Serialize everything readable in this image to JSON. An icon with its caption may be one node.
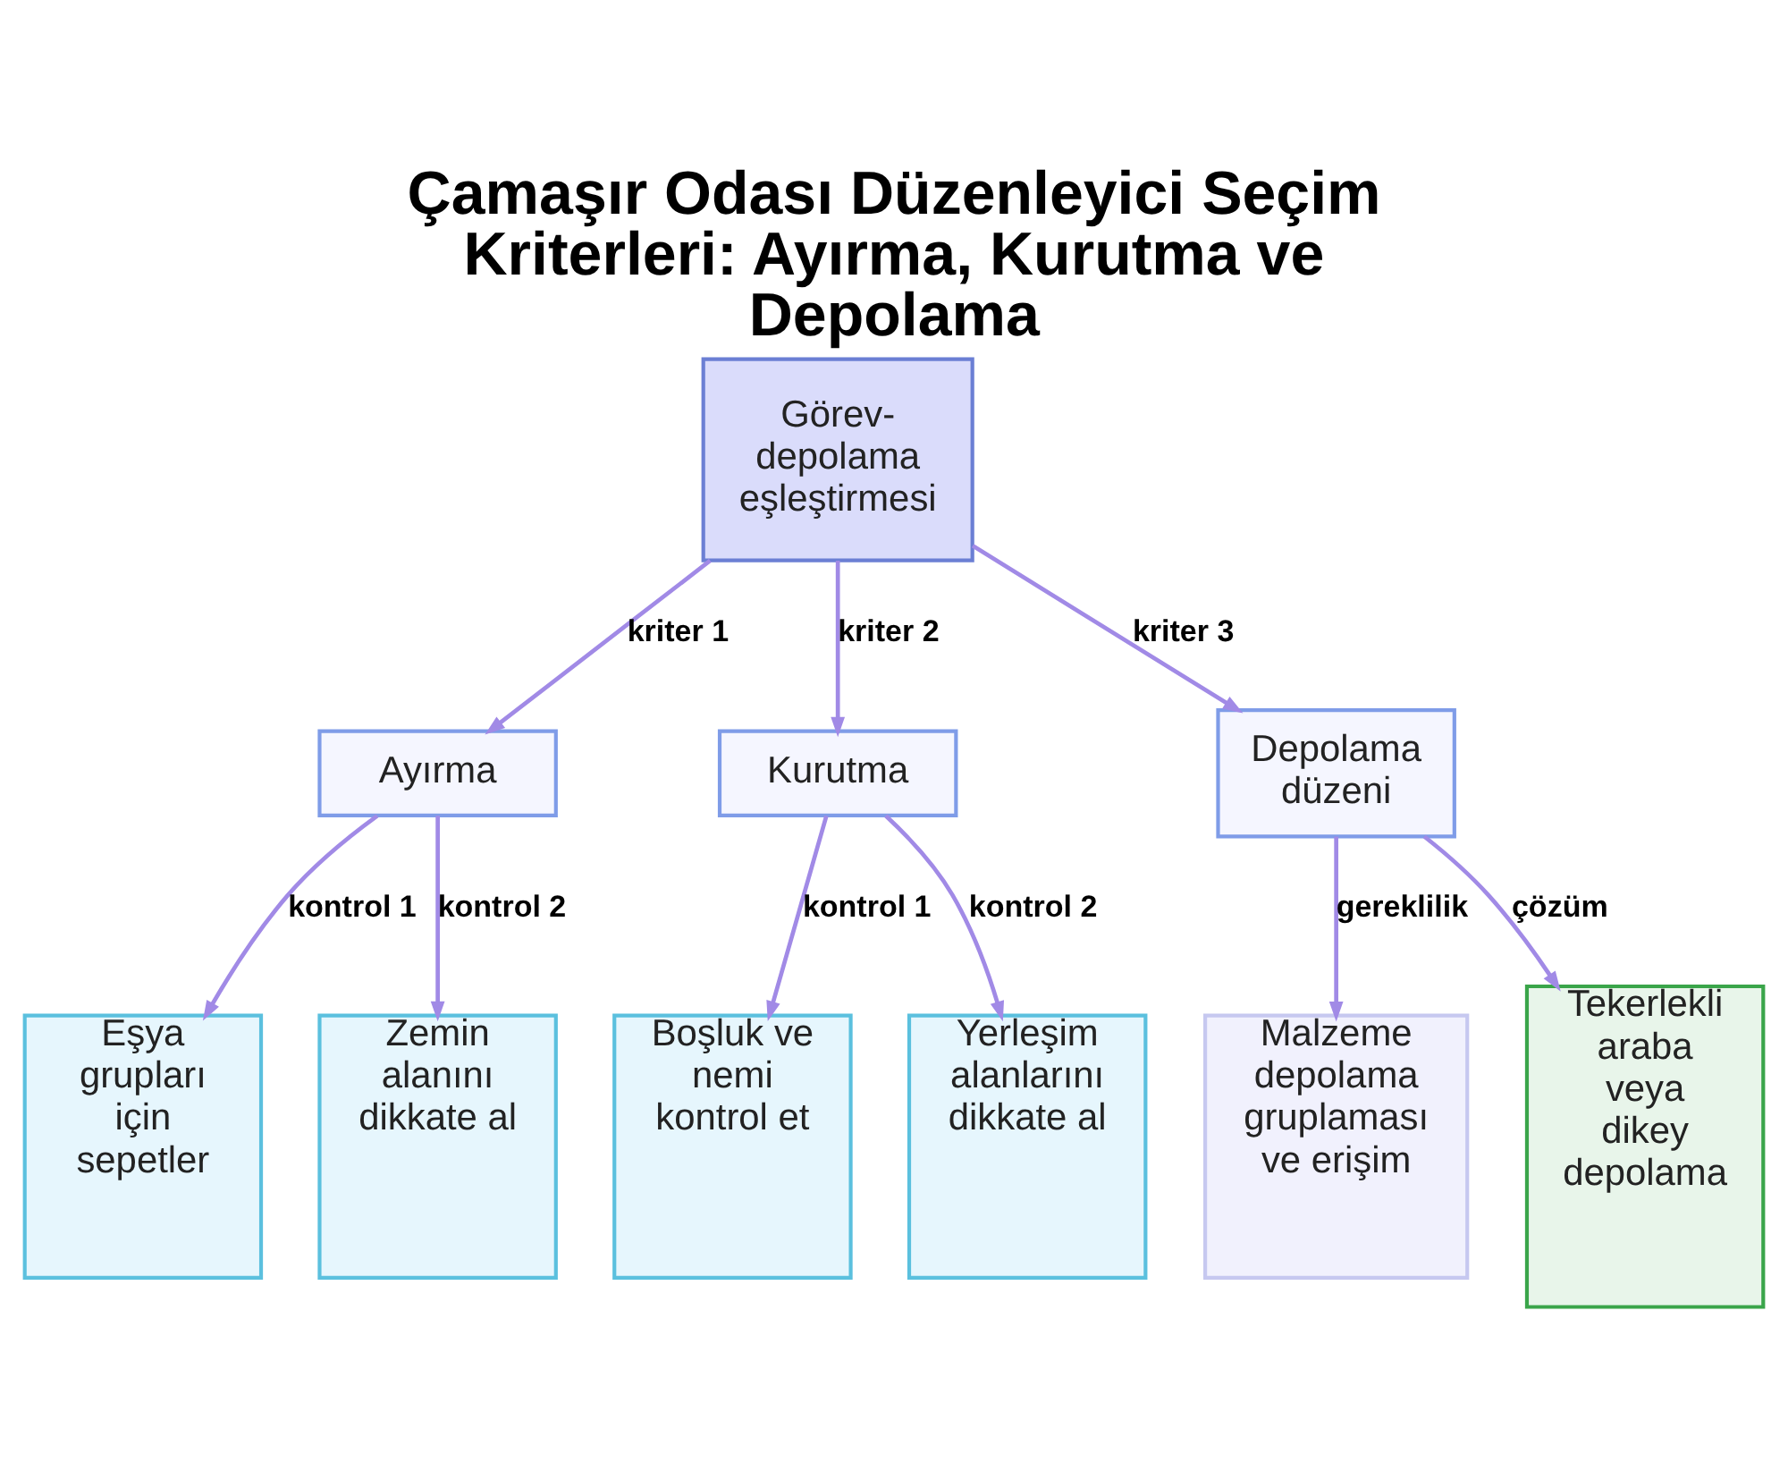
{
  "diagram": {
    "title": "Çamaşır Odası Düzenleyici Seçim Kriterleri: Ayırma, Kurutma ve Depolama",
    "nodes": [
      {
        "text": [
          "Görev-depolama eşleştirmesi"
        ]
      },
      {
        "text": [
          "Ayırma"
        ]
      },
      {
        "text": [
          "Kurutma"
        ]
      },
      {
        "text": [
          "Depolama düzeni"
        ]
      },
      {
        "text": [
          "Eşya grupları için sepetler"
        ]
      },
      {
        "text": [
          "Zemin alanını dikkate al"
        ]
      },
      {
        "text": [
          "Boşluk ve nemi kontrol et"
        ]
      },
      {
        "text": [
          "Yerleşim alanlarını dikkate al"
        ]
      },
      {
        "text": [
          "Malzeme depolama gruplaması ve erişim"
        ]
      },
      {
        "text": [
          "Tekerlekli araba veya dikey depolama"
        ]
      }
    ],
    "edges": [
      {
        "from": 0,
        "to": 1,
        "arrow": "to",
        "label": "kriter 1"
      },
      {
        "from": 0,
        "to": 2,
        "arrow": "to",
        "label": "kriter 2"
      },
      {
        "from": 0,
        "to": 3,
        "arrow": "to",
        "label": "kriter 3"
      },
      {
        "from": 1,
        "to": 4,
        "arrow": "to",
        "label": "kontrol 1"
      },
      {
        "from": 1,
        "to": 5,
        "arrow": "to",
        "label": "kontrol 2"
      },
      {
        "from": 2,
        "to": 6,
        "arrow": "to",
        "label": "kontrol 1"
      },
      {
        "from": 2,
        "to": 7,
        "arrow": "to",
        "label": "kontrol 2"
      },
      {
        "from": 3,
        "to": 8,
        "arrow": "to",
        "label": "gereklilik"
      },
      {
        "from": 3,
        "to": 9,
        "arrow": "to",
        "label": "çözüm"
      }
    ]
  }
}
